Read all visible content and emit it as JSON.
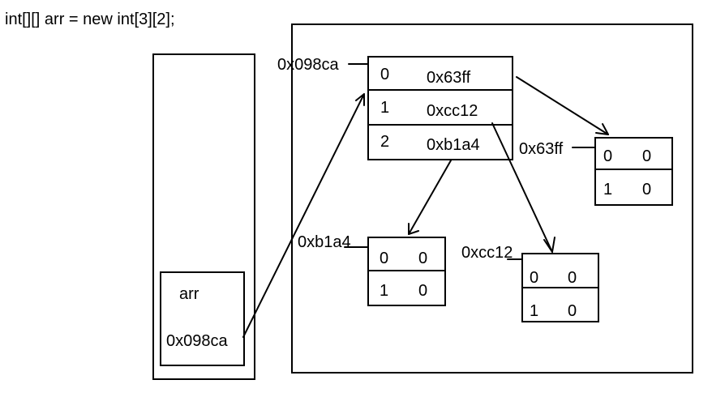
{
  "code_line": "int[][] arr = new int[3][2];",
  "stack": {
    "var_name": "arr",
    "var_value": "0x098ca"
  },
  "outer_array": {
    "address": "0x098ca",
    "rows": [
      {
        "index": "0",
        "value": "0x63ff"
      },
      {
        "index": "1",
        "value": "0xcc12"
      },
      {
        "index": "2",
        "value": "0xb1a4"
      }
    ]
  },
  "inner_arrays": [
    {
      "address": "0x63ff",
      "rows": [
        [
          "0",
          "0"
        ],
        [
          "1",
          "0"
        ]
      ]
    },
    {
      "address": "0xb1a4",
      "rows": [
        [
          "0",
          "0"
        ],
        [
          "1",
          "0"
        ]
      ]
    },
    {
      "address": "0xcc12",
      "rows": [
        [
          "0",
          "0"
        ],
        [
          "1",
          "0"
        ]
      ]
    }
  ]
}
